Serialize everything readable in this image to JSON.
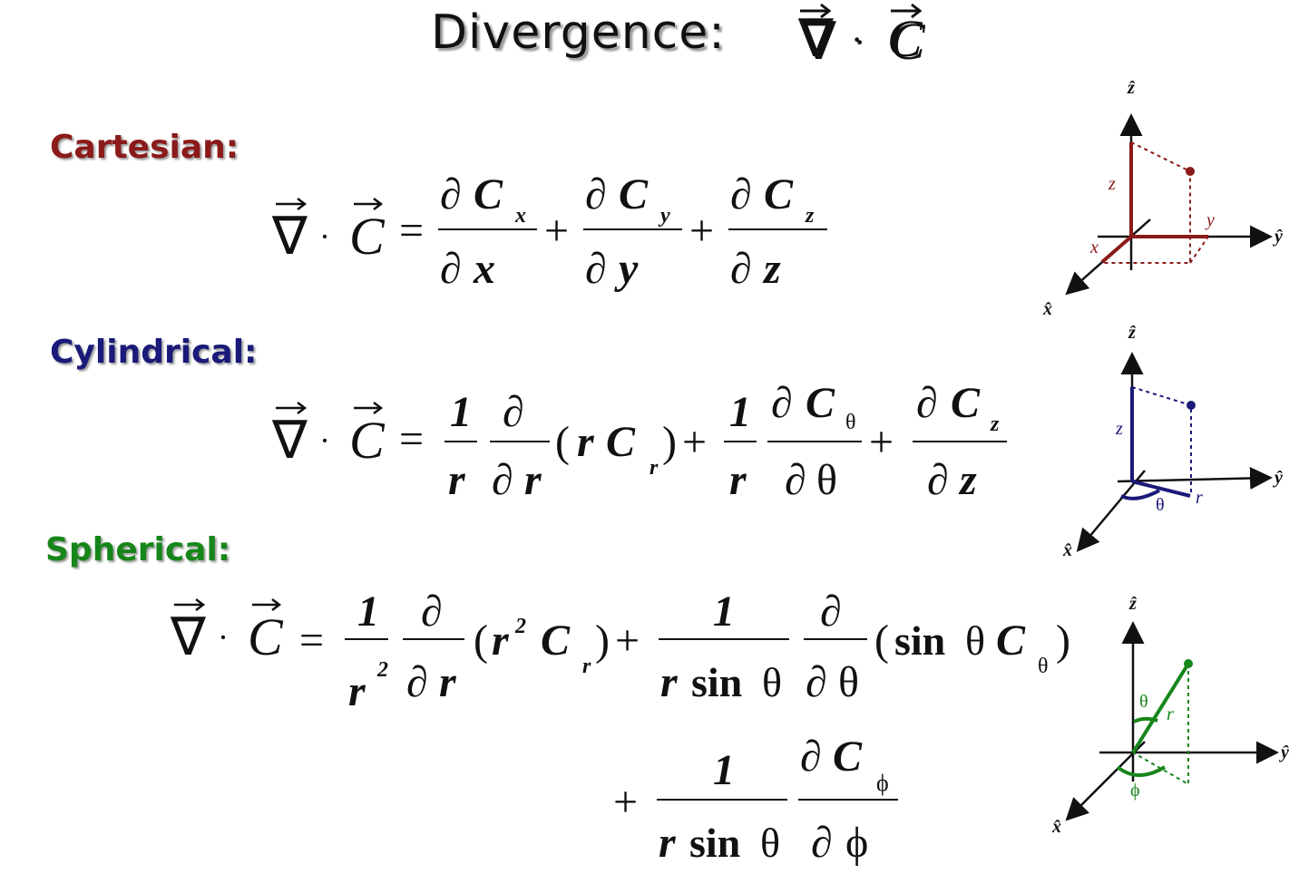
{
  "title": {
    "label": "Divergence:",
    "expression": "∇ · C"
  },
  "sections": {
    "cartesian": "Cartesian:",
    "cylindrical": "Cylindrical:",
    "spherical": "Spherical:"
  },
  "axes": {
    "x": "x̂",
    "y": "ŷ",
    "z": "ẑ"
  },
  "diagram_labels": {
    "cartesian": {
      "x": "x",
      "y": "y",
      "z": "z"
    },
    "cylindrical": {
      "z": "z",
      "theta": "θ",
      "r": "r"
    },
    "spherical": {
      "theta": "θ",
      "r": "r",
      "phi": "ϕ"
    }
  },
  "colors": {
    "cartesian": "#8b1a1a",
    "cylindrical": "#1a1a7a",
    "spherical": "#17861a"
  }
}
